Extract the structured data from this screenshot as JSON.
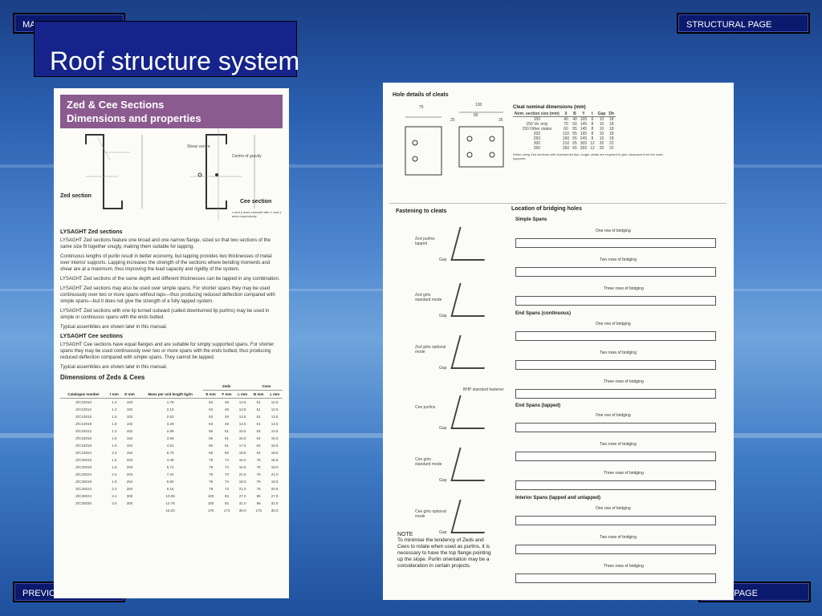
{
  "nav": {
    "main_page": "MAIN PAGE",
    "structural_page": "STRUCTURAL PAGE",
    "previous_page": "PREVIOUS PAGE",
    "next_page": "NEXT PAGE"
  },
  "title": "Roof structure system",
  "left_doc": {
    "header_line1": "Zed & Cee Sections",
    "header_line2": "Dimensions and properties",
    "zed_label": "Zed section",
    "cee_label": "Cee section",
    "shear_centre": "Shear centre",
    "centre_gravity": "Centre of gravity",
    "axes_note": "x and y axes coincide with x' and y' axes respectively",
    "zed_heading": "LYSAGHT Zed sections",
    "paragraphs": [
      "LYSAGHT Zed sections feature one broad and one narrow flange, sized so that two sections of the same size fit together snugly, making them suitable for lapping.",
      "Continuous lengths of purlin result in better economy, but lapping provides two thicknesses of metal over interior supports. Lapping increases the strength of the sections where bending moments and shear are at a maximum, thus improving the load capacity and rigidity of the system.",
      "LYSAGHT Zed sections of the same depth and different thicknesses can be lapped in any combination.",
      "LYSAGHT Zed sections may also be used over simple spans. For shorter spans they may be used continuously over two or more spans without laps—thus producing reduced deflection compared with simple spans—but it does not give the strength of a fully lapped system.",
      "LYSAGHT Zed sections with one lip turned outward (called downturned lip purlins) may be used in simple or continuous spans with the ends butted.",
      "Typical assemblies are shown later in this manual."
    ],
    "cee_heading": "LYSAGHT Cee sections",
    "cee_paragraphs": [
      "LYSAGHT Cee sections have equal flanges and are suitable for simply supported spans. For shorter spans they may be used continuously over two or more spans with the ends butted, thus producing reduced deflection compared with simple spans. They cannot be lapped.",
      "Typical assemblies are shown later in this manual."
    ],
    "dims_heading": "Dimensions of Zeds & Cees",
    "table": {
      "group_zeds": "Zeds",
      "group_cees": "Cees",
      "columns": [
        "Catalogue number",
        "t mm",
        "D mm",
        "Mass per unit length kg/m",
        "E mm",
        "F mm",
        "L mm",
        "B mm",
        "L mm"
      ],
      "rows": [
        [
          "Z/C10010",
          "1.0",
          "102",
          "1.78",
          "53",
          "49",
          "12.5",
          "51",
          "12.5"
        ],
        [
          "Z/C10012",
          "1.2",
          "102",
          "2.10",
          "53",
          "49",
          "12.5",
          "51",
          "12.5"
        ],
        [
          "Z/C10015",
          "1.5",
          "102",
          "2.63",
          "53",
          "49",
          "13.5",
          "51",
          "13.5"
        ],
        [
          "Z/C10019",
          "1.9",
          "102",
          "3.29",
          "53",
          "49",
          "14.5",
          "51",
          "14.5"
        ],
        [
          "Z/C15012",
          "1.2",
          "152",
          "2.89",
          "66",
          "61",
          "15.5",
          "64",
          "14.5"
        ],
        [
          "Z/C15015",
          "1.5",
          "152",
          "3.59",
          "66",
          "61",
          "16.5",
          "64",
          "15.5"
        ],
        [
          "Z/C15019",
          "1.9",
          "152",
          "4.51",
          "66",
          "61",
          "17.5",
          "64",
          "16.5"
        ],
        [
          "Z/C15024",
          "2.4",
          "152",
          "5.70",
          "66",
          "60",
          "19.5",
          "64",
          "18.5"
        ],
        [
          "Z/C20015",
          "1.5",
          "203",
          "4.49",
          "79",
          "74",
          "15.0",
          "76",
          "15.5"
        ],
        [
          "Z/C20019",
          "1.9",
          "203",
          "5.74",
          "79",
          "74",
          "16.5",
          "76",
          "19.0"
        ],
        [
          "Z/C20024",
          "2.4",
          "203",
          "7.24",
          "79",
          "73",
          "21.5",
          "76",
          "21.0"
        ],
        [
          "Z/C25019",
          "1.9",
          "254",
          "6.50",
          "79",
          "74",
          "18.0",
          "76",
          "18.5"
        ],
        [
          "Z/C25024",
          "2.4",
          "254",
          "8.16",
          "79",
          "73",
          "21.0",
          "76",
          "20.5"
        ],
        [
          "Z/C30024",
          "2.4",
          "300",
          "10.09",
          "100",
          "93",
          "27.0",
          "96",
          "27.5"
        ],
        [
          "Z/C30030",
          "3.0",
          "300",
          "12.76",
          "100",
          "92",
          "31.0",
          "96",
          "31.5"
        ],
        [
          "",
          "",
          "",
          "15.23",
          "175",
          "174",
          "30.0",
          "175",
          "30.0"
        ]
      ]
    }
  },
  "right_doc": {
    "hole_heading": "Hole details of cleats",
    "dims_75": "75",
    "dims_130": "130",
    "dims_25a": "25",
    "dims_80": "80",
    "dims_25b": "25",
    "cleat_heading": "Cleat nominal dimensions (mm)",
    "cleat_columns": [
      "Nom. section size (mm)",
      "X",
      "B",
      "Y",
      "t",
      "Gap",
      "Dh"
    ],
    "cleat_rows": [
      [
        "100",
        "40",
        "40",
        "105",
        "6",
        "10",
        "18"
      ],
      [
        "150 Vic only",
        "70",
        "50",
        "145",
        "8",
        "10",
        "18"
      ],
      [
        "150 Other states",
        "60",
        "55",
        "145",
        "8",
        "10",
        "18"
      ],
      [
        "200",
        "110",
        "55",
        "195",
        "8",
        "10",
        "18"
      ],
      [
        "250",
        "160",
        "55",
        "245",
        "8",
        "10",
        "18"
      ],
      [
        "300",
        "210",
        "65",
        "305",
        "12",
        "20",
        "22"
      ],
      [
        "350",
        "260",
        "65",
        "355",
        "12",
        "20",
        "22"
      ]
    ],
    "cleat_note": "When using Zed sections with downturned lips, longer cleats are required to give clearance from the main supports.",
    "fastening_heading": "Fastening to cleats",
    "bridging_heading": "Location of bridging holes",
    "simple_spans": "Simple Spans",
    "end_spans": "End Spans (continuous)",
    "end_spans_lapped": "End Spans (lapped)",
    "interior_spans": "Interior Spans (lapped and unlapped)",
    "one_row": "One row of bridging",
    "two_rows": "Two rows of bridging",
    "three_rows": "Three rows of bridging",
    "fasten_labels": [
      "Zed purlins lapped",
      "Zed girts standard mode",
      "Zed girts optional mode",
      "Cee purlins",
      "Cee girts standard mode",
      "Cee girts optional mode"
    ],
    "bhp_fastener": "BHP standard fastener",
    "gap": "Gap",
    "note_heading": "NOTE",
    "note_text": "To minimise the tendency of Zeds and Cees to rotate when used as purlins, it is necessary to have the top flange pointing up the slope. Purlin orientation may be a consideration in certain projects."
  }
}
